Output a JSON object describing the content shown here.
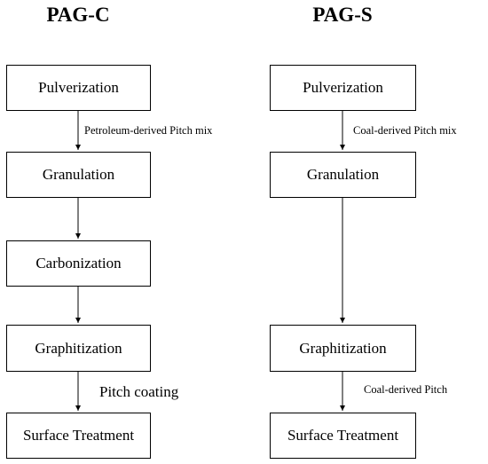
{
  "columns": [
    {
      "title": "PAG-C",
      "steps": [
        "Pulverization",
        "Granulation",
        "Carbonization",
        "Graphitization",
        "Surface Treatment"
      ],
      "annotations": [
        "Petroleum-derived  Pitch mix",
        "Pitch coating"
      ]
    },
    {
      "title": "PAG-S",
      "steps": [
        "Pulverization",
        "Granulation",
        "Graphitization",
        "Surface Treatment"
      ],
      "annotations": [
        "Coal-derived  Pitch mix",
        "Coal-derived  Pitch"
      ]
    }
  ],
  "colors": {
    "line": "#000000",
    "box_fill": "#ffffff",
    "text": "#000000"
  }
}
